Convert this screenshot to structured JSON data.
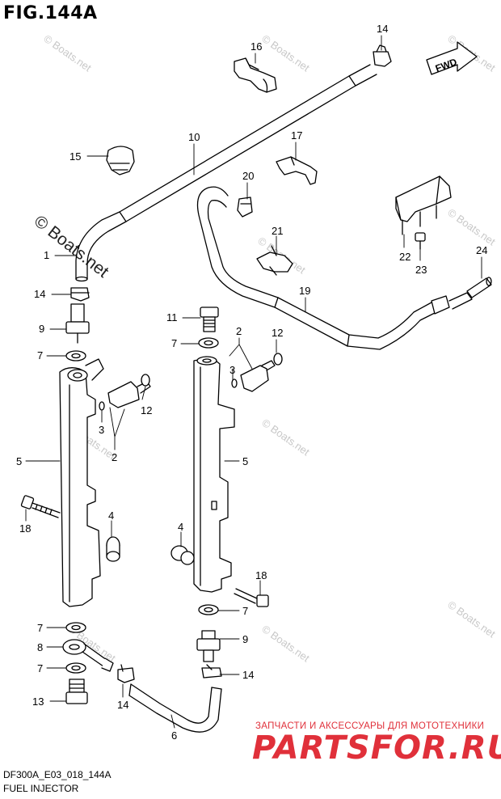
{
  "figure": {
    "title": "FIG.144A",
    "code": "DF300A_E03_018_144A",
    "name": "FUEL INJECTOR"
  },
  "direction_badge": "FWD",
  "watermark": {
    "small": "© Boats.net",
    "large": "© Boats.net"
  },
  "shop": {
    "tagline": "ЗАПЧАСТИ И АКСЕССУАРЫ ДЛЯ МОТОТЕХНИКИ",
    "brand": "PARTSFOR.RU"
  },
  "callouts": [
    "14",
    "16",
    "10",
    "15",
    "17",
    "20",
    "21",
    "22",
    "23",
    "24",
    "19",
    "1",
    "14",
    "9",
    "7",
    "11",
    "7",
    "2",
    "12",
    "3",
    "12",
    "3",
    "2",
    "5",
    "5",
    "18",
    "4",
    "4",
    "18",
    "7",
    "7",
    "9",
    "8",
    "7",
    "14",
    "13",
    "14",
    "6"
  ],
  "colors": {
    "line": "#000000",
    "watermark": "#c8c8c8",
    "shop_red": "#e0303a"
  }
}
